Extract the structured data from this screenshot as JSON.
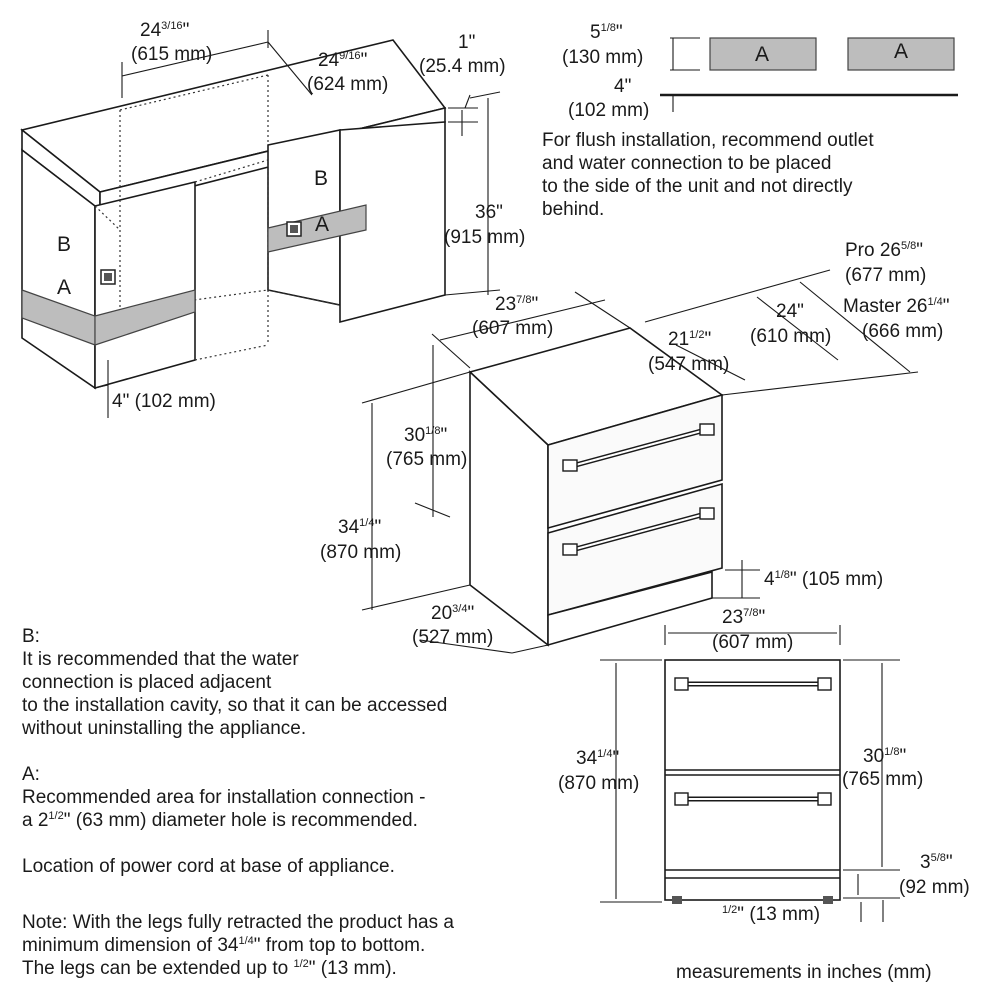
{
  "top_view": {
    "width_in": "24",
    "width_frac": "3/16",
    "width_mm": "(615 mm)",
    "width2_in": "24",
    "width2_frac": "9/16",
    "width2_mm": "(624 mm)",
    "top_thickness_in": "1\"",
    "top_thickness_mm": "(25.4 mm)",
    "height_in": "36\"",
    "height_mm": "(915 mm)",
    "kick_in": "4\"",
    "kick_mm": "(102 mm)",
    "label_a": "A",
    "label_b": "B"
  },
  "flush_detail": {
    "a_height_in": "5",
    "a_height_frac": "1/8",
    "a_height_mm": "(130 mm)",
    "floor_in": "4\"",
    "floor_mm": "(102 mm)",
    "box_label": "A",
    "note_lines": [
      "For flush installation, recommend outlet",
      "and water connection to be placed",
      "to the side of the unit and not directly",
      "behind."
    ]
  },
  "iso_view": {
    "width_in": "23",
    "width_frac": "7/8",
    "width_mm": "(607 mm)",
    "depth1_in": "21",
    "depth1_frac": "1/2",
    "depth1_mm": "(547 mm)",
    "depth2_in": "24\"",
    "depth2_mm": "(610 mm)",
    "pro_label": "Pro 26",
    "pro_frac": "5/8",
    "pro_mm": "(677 mm)",
    "master_label": "Master 26",
    "master_frac": "1/4",
    "master_mm": "(666 mm)",
    "h1_in": "30",
    "h1_frac": "1/8",
    "h1_mm": "(765 mm)",
    "h2_in": "34",
    "h2_frac": "1/4",
    "h2_mm": "(870 mm)",
    "side_in": "20",
    "side_frac": "3/4",
    "side_mm": "(527 mm)",
    "base_in": "4",
    "base_frac": "1/8",
    "base_mm": "(105 mm)"
  },
  "front_view": {
    "width_in": "23",
    "width_frac": "7/8",
    "width_mm": "(607 mm)",
    "h_total_in": "34",
    "h_total_frac": "1/4",
    "h_total_mm": "(870 mm)",
    "h_upper_in": "30",
    "h_upper_frac": "1/8",
    "h_upper_mm": "(765 mm)",
    "base_in": "3",
    "base_frac": "5/8",
    "base_mm": "(92 mm)",
    "leg_frac": "1/2",
    "leg_rest": "\" (13 mm)"
  },
  "notes": {
    "b_title": "B:",
    "b_lines": [
      "It is recommended that the water",
      "connection is placed adjacent",
      "to the installation cavity, so that it can be accessed",
      "without uninstalling the appliance."
    ],
    "a_title": "A:",
    "a_line1": "Recommended area for installation connection -",
    "a_line2_pre": "a 2",
    "a_line2_frac": "1/2",
    "a_line2_post": "\" (63 mm) diameter hole is recommended.",
    "power_cord": "Location of power cord at base of appliance.",
    "legs_line1": "Note: With the legs fully retracted the product has a",
    "legs_line2_pre": "minimum dimension of 34",
    "legs_line2_frac": "1/4",
    "legs_line2_post": "\" from top to bottom.",
    "legs_line3_pre": "The legs can be extended up to ",
    "legs_line3_frac": "1/2",
    "legs_line3_post": "\" (13 mm).",
    "units": "measurements in inches (mm)"
  }
}
